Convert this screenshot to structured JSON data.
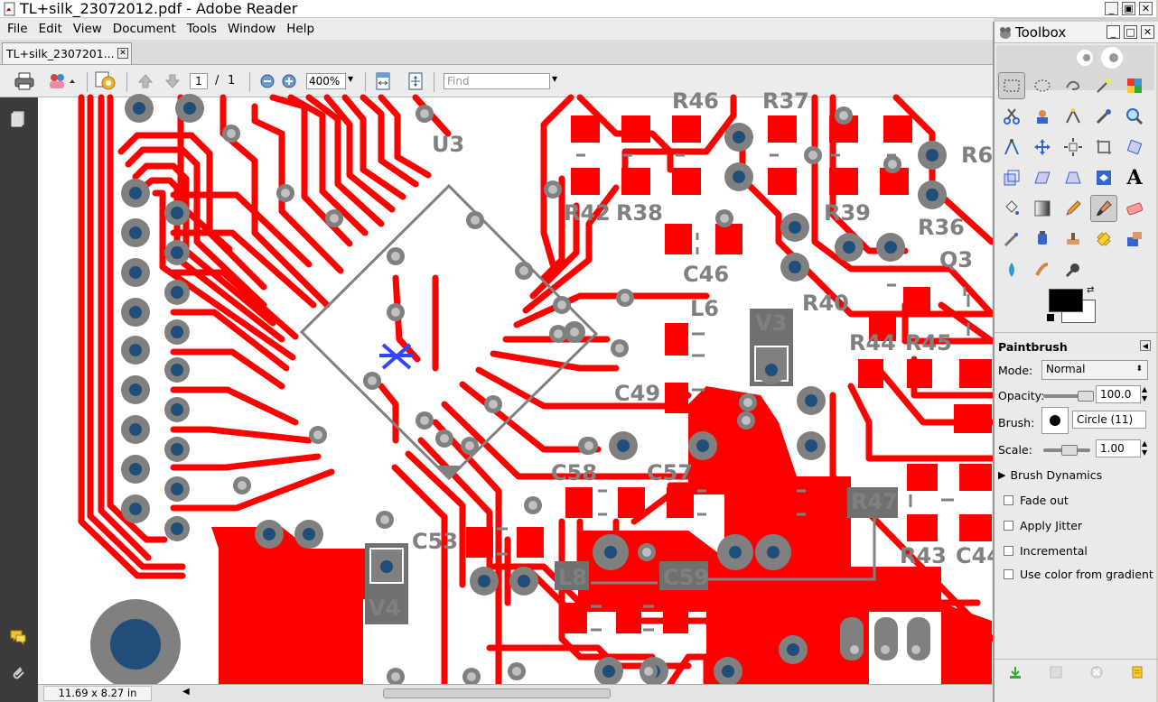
{
  "window": {
    "title": "TL+silk_23072012.pdf - Adobe Reader",
    "controls": [
      "_",
      "▣",
      "✕"
    ]
  },
  "menu": [
    "File",
    "Edit",
    "View",
    "Document",
    "Tools",
    "Window",
    "Help"
  ],
  "tab": {
    "label": "TL+silk_2307201...",
    "close": "✕"
  },
  "toolbar": {
    "page_current": "1",
    "page_sep": "/",
    "page_total": "1",
    "zoom": "400%",
    "find_placeholder": "Find"
  },
  "status": {
    "page_size": "11.69 x 8.27 in"
  },
  "pcb_labels": [
    "U3",
    "R46",
    "R37",
    "R42",
    "R38",
    "R39",
    "R36",
    "R6",
    "Q3",
    "C46",
    "R40",
    "L6",
    "V3",
    "R44",
    "R45",
    "C49",
    "C58",
    "C57",
    "R47",
    "C53",
    "V4",
    "L8",
    "C59",
    "R43",
    "C44"
  ],
  "colors": {
    "trace": "#ff0000",
    "pad": "#808080",
    "via_center": "#1f4e79",
    "silk": "#808080",
    "marker": "#3344ff"
  },
  "toolbox": {
    "title": "Toolbox",
    "tool_name": "Paintbrush",
    "mode_label": "Mode:",
    "mode_value": "Normal",
    "opacity_label": "Opacity:",
    "opacity_value": "100.0",
    "opacity_fraction": 1.0,
    "brush_label": "Brush:",
    "brush_value": "Circle (11)",
    "scale_label": "Scale:",
    "scale_value": "1.00",
    "dynamics_label": "Brush Dynamics",
    "checkboxes": [
      "Fade out",
      "Apply Jitter",
      "Incremental",
      "Use color from gradient"
    ],
    "fg_color": "#000000",
    "bg_color": "#ffffff"
  }
}
